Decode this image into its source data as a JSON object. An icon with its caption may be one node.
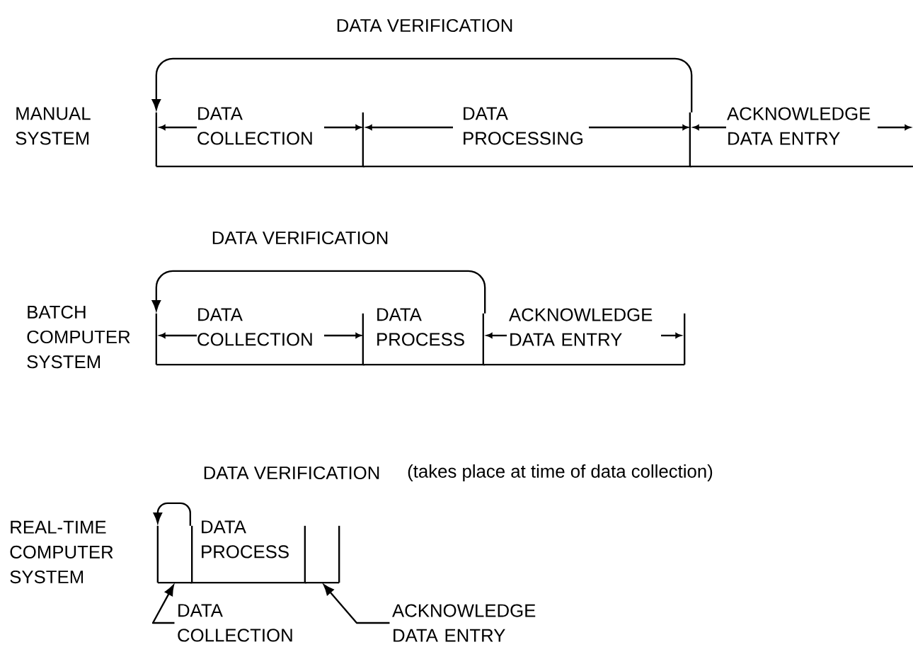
{
  "diagram": {
    "nodes": [
      {
        "text": [
          "DATA COLLECTION"
        ]
      },
      {
        "text": [
          "DATA PROCESSING"
        ]
      },
      {
        "text": [
          "ACKNOWLEDGE DATA ENTRY"
        ]
      },
      {
        "text": [
          "DATA COLLECTION"
        ]
      },
      {
        "text": [
          "DATA PROCESS"
        ]
      },
      {
        "text": [
          "ACKNOWLEDGE DATA ENTRY"
        ]
      },
      {
        "text": [],
        "shape": "box"
      },
      {
        "text": [
          "DATA PROCESS"
        ]
      },
      {
        "text": [],
        "shape": "box"
      },
      {
        "text": [
          "DATA COLLECTION"
        ]
      },
      {
        "text": [
          "ACKNOWLEDGE DATA ENTRY"
        ]
      }
    ],
    "edges": [
      {
        "from": 1,
        "to": 0,
        "arrow": "to",
        "label": "DATA VERIFICATION"
      },
      {
        "from": 4,
        "to": 3,
        "arrow": "to",
        "label": "DATA VERIFICATION"
      },
      {
        "from": 7,
        "to": 6,
        "arrow": "to",
        "label": "DATA VERIFICATION"
      },
      {
        "from": 9,
        "to": 6,
        "arrow": "to"
      },
      {
        "from": 10,
        "to": 8,
        "arrow": "to"
      }
    ],
    "labels": [
      "MANUAL SYSTEM",
      "BATCH COMPUTER SYSTEM",
      "REAL-TIME COMPUTER SYSTEM",
      "(takes place at time of data collection)"
    ]
  }
}
